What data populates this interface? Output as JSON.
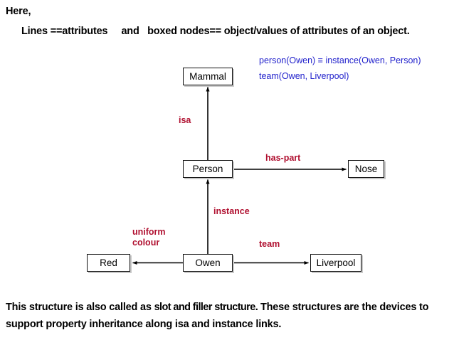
{
  "header": {
    "line1": "Here,",
    "line2": "Lines ==attributes     and   boxed nodes== object/values of attributes of an object."
  },
  "formulas": {
    "line1": "person(Owen) ≡ instance(Owen, Person)",
    "line2": "team(Owen, Liverpool)",
    "color": "#2222cc"
  },
  "diagram": {
    "nodes": [
      {
        "id": "mammal",
        "label": "Mammal"
      },
      {
        "id": "person",
        "label": "Person"
      },
      {
        "id": "nose",
        "label": "Nose"
      },
      {
        "id": "red",
        "label": "Red"
      },
      {
        "id": "owen",
        "label": "Owen"
      },
      {
        "id": "liverpool",
        "label": "Liverpool"
      }
    ],
    "edge_labels": [
      {
        "id": "isa",
        "text": "isa"
      },
      {
        "id": "has-part",
        "text": "has-part"
      },
      {
        "id": "instance",
        "text": "instance"
      },
      {
        "id": "uniform",
        "text": "uniform\ncolour"
      },
      {
        "id": "team",
        "text": "team"
      }
    ],
    "edge_label_color": "#b01030",
    "node_border_color": "#111111"
  },
  "footer": {
    "part1": "This structure is also called as ",
    "emphasis": "slot and filler structure.",
    "part2": " These structures are the devices to support property inheritance along isa and instance links."
  }
}
